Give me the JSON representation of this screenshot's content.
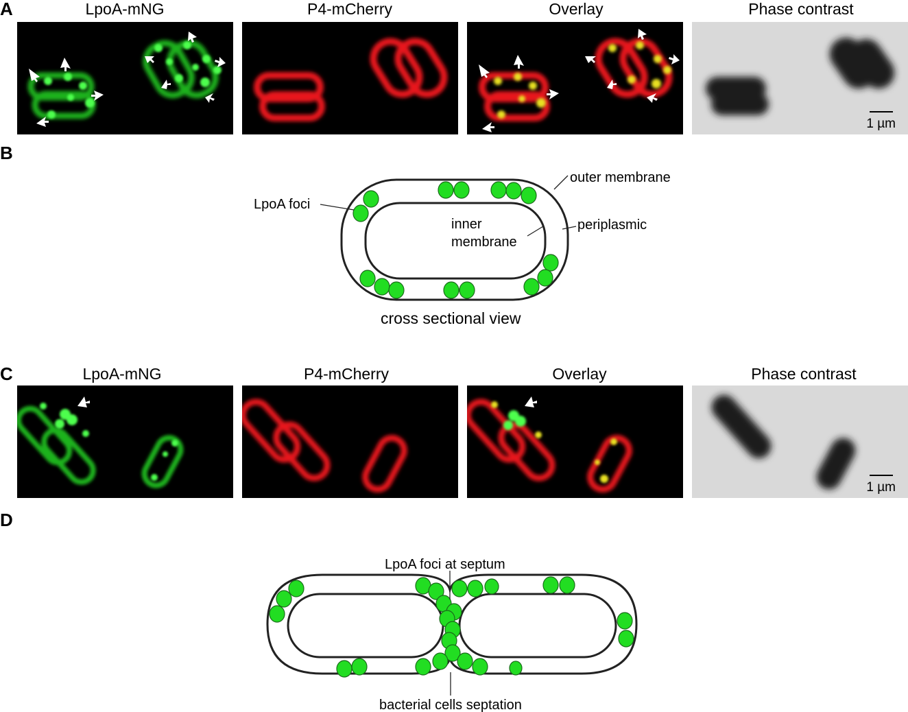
{
  "figure": {
    "panels": {
      "A": {
        "letter": "A",
        "titles": [
          "LpoA-mNG",
          "P4-mCherry",
          "Overlay",
          "Phase contrast"
        ],
        "scale_bar": "1 µm"
      },
      "B": {
        "letter": "B",
        "labels": {
          "outer_membrane": "outer membrane",
          "lpoa_foci": "LpoA foci",
          "inner_line1": "inner",
          "inner_line2": "membrane",
          "periplasmic": "periplasmic",
          "caption": "cross sectional view"
        }
      },
      "C": {
        "letter": "C",
        "titles": [
          "LpoA-mNG",
          "P4-mCherry",
          "Overlay",
          "Phase contrast"
        ],
        "scale_bar": "1 µm"
      },
      "D": {
        "letter": "D",
        "labels": {
          "foci_septum": "LpoA foci at septum",
          "septation": "bacterial cells septation"
        }
      }
    },
    "colors": {
      "green": "#22dd22",
      "red": "#e8141a",
      "yellow": "#e8e020",
      "foci_fill": "#22dd22",
      "foci_stroke": "#1a7a1a"
    }
  }
}
